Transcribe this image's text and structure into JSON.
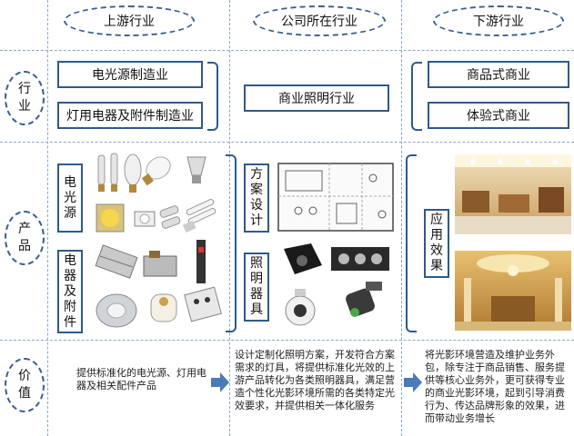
{
  "columns": {
    "upstream": "上游行业",
    "company": "公司所在行业",
    "downstream": "下游行业"
  },
  "rows": {
    "industry": [
      "行",
      "业"
    ],
    "product": [
      "产",
      "品"
    ],
    "value": [
      "价",
      "值"
    ]
  },
  "industry": {
    "upstream_1": "电光源制造业",
    "upstream_2": "灯用电器及附件制造业",
    "company": "商业照明行业",
    "downstream_1": "商品式商业",
    "downstream_2": "体验式商业"
  },
  "products": {
    "light_source": [
      "电",
      "光",
      "源"
    ],
    "appliances": [
      "电",
      "器",
      "及",
      "附",
      "件"
    ],
    "design": [
      "方",
      "案",
      "设",
      "计"
    ],
    "fixtures": [
      "照",
      "明",
      "器",
      "具"
    ],
    "effect": [
      "应",
      "用",
      "效",
      "果"
    ]
  },
  "values": {
    "upstream": "提供标准化的电光源、灯用电器及相关配件产品",
    "company": "设计定制化照明方案，开发符合方案需求的灯具，将提供标准化光效的上游产品转化为各类照明器具，满足营造个性化光影环境所需的各类特定光效要求，并提供相关一体化服务",
    "downstream": "将光影环境营造及维护业务外包，除专注于商品销售、服务提供等核心业务外，更可获得专业的商业光影环境，起到引导消费行为、传达品牌形象的效果，进而带动业务增长"
  },
  "colors": {
    "border": "#2e5a8a",
    "arrow": "#4a7ab8",
    "dashed": "#8aa6c8"
  }
}
